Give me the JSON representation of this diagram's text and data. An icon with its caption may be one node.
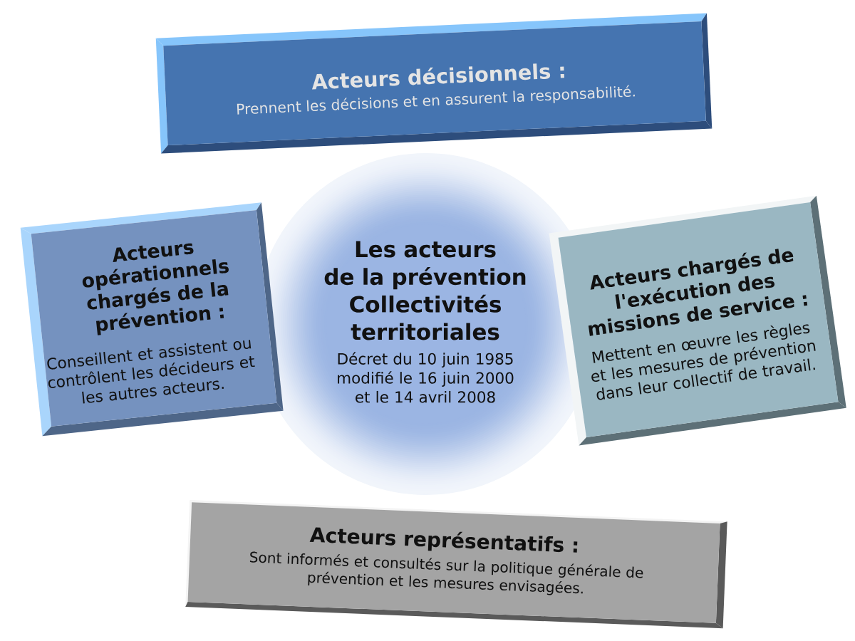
{
  "diagram": {
    "nodes": [
      {
        "text": [
          "Acteurs décisionnels :",
          "Prennent les décisions et en assurent la responsabilité."
        ]
      },
      {
        "text": [
          "Acteurs opérationnels chargés de la prévention :",
          "Conseillent et assistent ou contrôlent les décideurs et les autres acteurs."
        ]
      },
      {
        "text": [
          "Les acteurs de la prévention Collectivités territoriales",
          "Décret du 10 juin 1985 modifié le 16 juin 2000 et le 14 avril 2008"
        ]
      },
      {
        "text": [
          "Acteurs chargés de l'exécution des missions de service :",
          "Mettent en œuvre les règles et les mesures de prévention dans leur collectif de travail."
        ]
      },
      {
        "text": [
          "Acteurs représentatifs :",
          "Sont informés et consultés sur la politique générale de prévention et les mesures envisagées."
        ]
      }
    ]
  }
}
